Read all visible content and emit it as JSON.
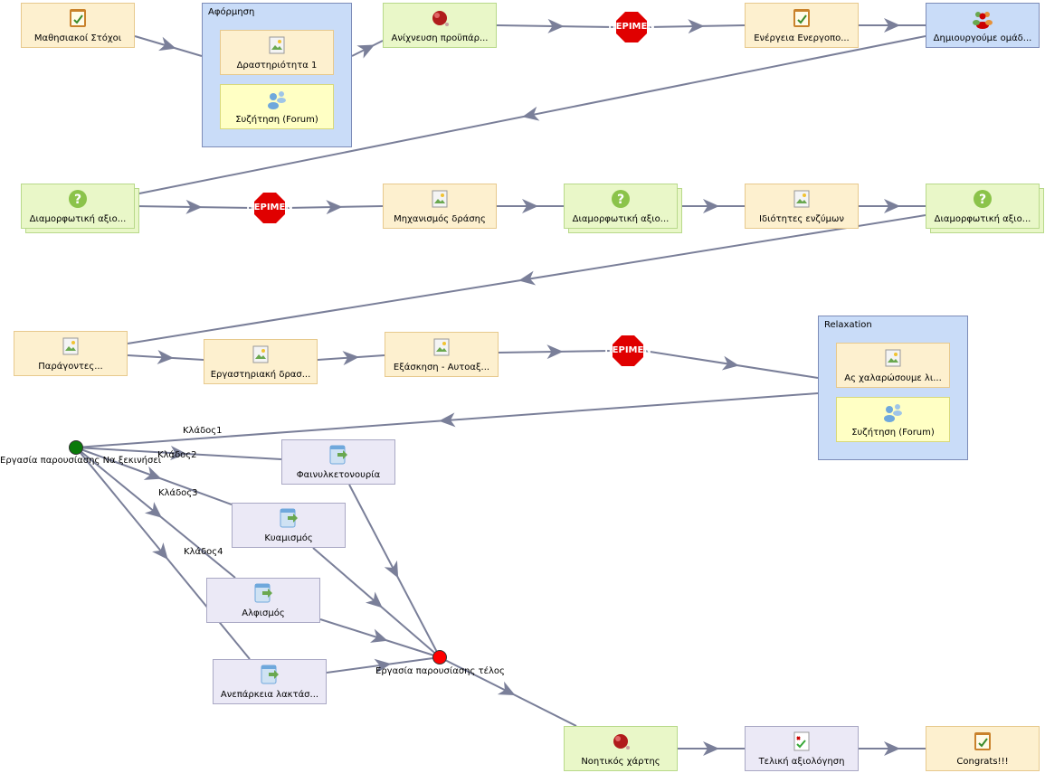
{
  "nodes": {
    "n1": {
      "label": "Μαθησιακοί Στόχοι",
      "icon": "notepad-icon"
    },
    "n2": {
      "label": "Δραστηριότητα 1",
      "icon": "document-image-icon"
    },
    "n3": {
      "label": "Συζήτηση (Forum)",
      "icon": "people-chat-icon"
    },
    "n4": {
      "label": "Ανίχνευση προϋπάρ...",
      "icon": "red-sphere-icon"
    },
    "n5": {
      "label": "Ενέργεια Ενεργοπο...",
      "icon": "notepad-icon"
    },
    "n6": {
      "label": "Δημιουργούμε ομάδ...",
      "icon": "group-people-icon"
    },
    "n7": {
      "label": "Διαμορφωτική αξιο...",
      "icon": "question-icon"
    },
    "n8": {
      "label": "Μηχανισμός δράσης",
      "icon": "document-image-icon"
    },
    "n9": {
      "label": "Διαμορφωτική αξιο...",
      "icon": "question-icon"
    },
    "n10": {
      "label": "Ιδιότητες ενζύμων",
      "icon": "document-image-icon"
    },
    "n11": {
      "label": "Διαμορφωτική αξιο...",
      "icon": "question-icon"
    },
    "n12": {
      "label": "Παράγοντες...",
      "icon": "document-image-icon"
    },
    "n13": {
      "label": "Εργαστηριακή δρασ...",
      "icon": "document-image-icon"
    },
    "n14": {
      "label": "Εξάσκηση - Αυτοαξ...",
      "icon": "document-image-icon"
    },
    "n15": {
      "label": "Ας χαλαρώσουμε λι...",
      "icon": "document-image-icon"
    },
    "n16": {
      "label": "Συζήτηση (Forum)",
      "icon": "people-chat-icon"
    },
    "n17": {
      "label": "Φαινυλκετονουρία",
      "icon": "task-arrow-icon"
    },
    "n18": {
      "label": "Κυαμισμός",
      "icon": "task-arrow-icon"
    },
    "n19": {
      "label": "Αλφισμός",
      "icon": "task-arrow-icon"
    },
    "n20": {
      "label": "Ανεπάρκεια λακτάσ...",
      "icon": "task-arrow-icon"
    },
    "n21": {
      "label": "Νοητικός χάρτης",
      "icon": "red-sphere-icon"
    },
    "n22": {
      "label": "Τελική αξιολόγηση",
      "icon": "checklist-icon"
    },
    "n23": {
      "label": "Congrats!!!",
      "icon": "notepad-icon"
    }
  },
  "groups": {
    "g1": {
      "title": "Αφόρμηση"
    },
    "g2": {
      "title": "Relaxation"
    }
  },
  "stops": {
    "s1": {
      "label": "ΠΕΡΙΜΕΝ"
    },
    "s2": {
      "label": "ΠΕΡΙΜΕΝ"
    },
    "s3": {
      "label": "ΠΕΡΙΜΕΝ"
    }
  },
  "branching": {
    "start_label": "Εργασία παρουσίασης Να ξεκινήσει",
    "end_label": "Εργασία παρουσίασης τέλος",
    "branches": [
      "Κλάδος1",
      "Κλάδος2",
      "Κλάδος3",
      "Κλάδος4"
    ],
    "start_color": "#0a7a0a",
    "end_color": "#ff0000"
  },
  "colors": {
    "edge": "#7a7f99",
    "activity_fill": "#fdf0cf",
    "assessment_fill": "#e9f7c8",
    "group_fill": "#c9dcf8",
    "branch_task_fill": "#ebe9f6",
    "forum_fill": "#ffffc4"
  }
}
